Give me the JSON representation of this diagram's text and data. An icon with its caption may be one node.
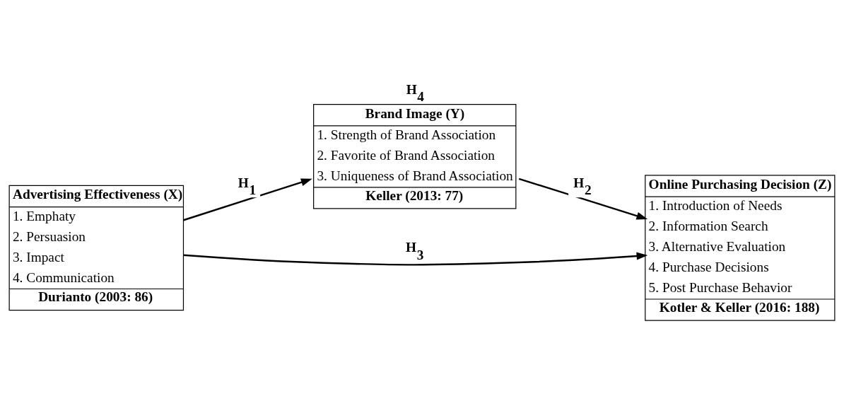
{
  "diagram": {
    "nodes": [
      {
        "text": [
          "Advertising Effectiveness (X)",
          "1. Emphaty",
          "2. Persuasion",
          "3. Impact",
          "4. Communication",
          "Durianto (2003: 86)"
        ]
      },
      {
        "text": [
          "Brand Image (Y)",
          "1. Strength of Brand Association",
          "2. Favorite of Brand Association",
          "3. Uniqueness of Brand Association",
          "Keller (2013: 77)"
        ],
        "beside": [
          "H$_{4}$"
        ]
      },
      {
        "text": [
          "Online Purchasing Decision (Z)",
          "1. Introduction of Needs",
          "2. Information Search",
          "3. Alternative Evaluation",
          "4. Purchase Decisions",
          "5. Post Purchase Behavior",
          "Kotler & Keller (2016: 188)"
        ]
      }
    ],
    "edges": [
      {
        "from": 0,
        "to": 1,
        "arrow": "to",
        "label": "H$_{1}$"
      },
      {
        "from": 1,
        "to": 2,
        "arrow": "to",
        "label": "H$_{2}$"
      },
      {
        "from": 0,
        "to": 2,
        "arrow": "to",
        "label": "H$_{3}$"
      }
    ]
  }
}
